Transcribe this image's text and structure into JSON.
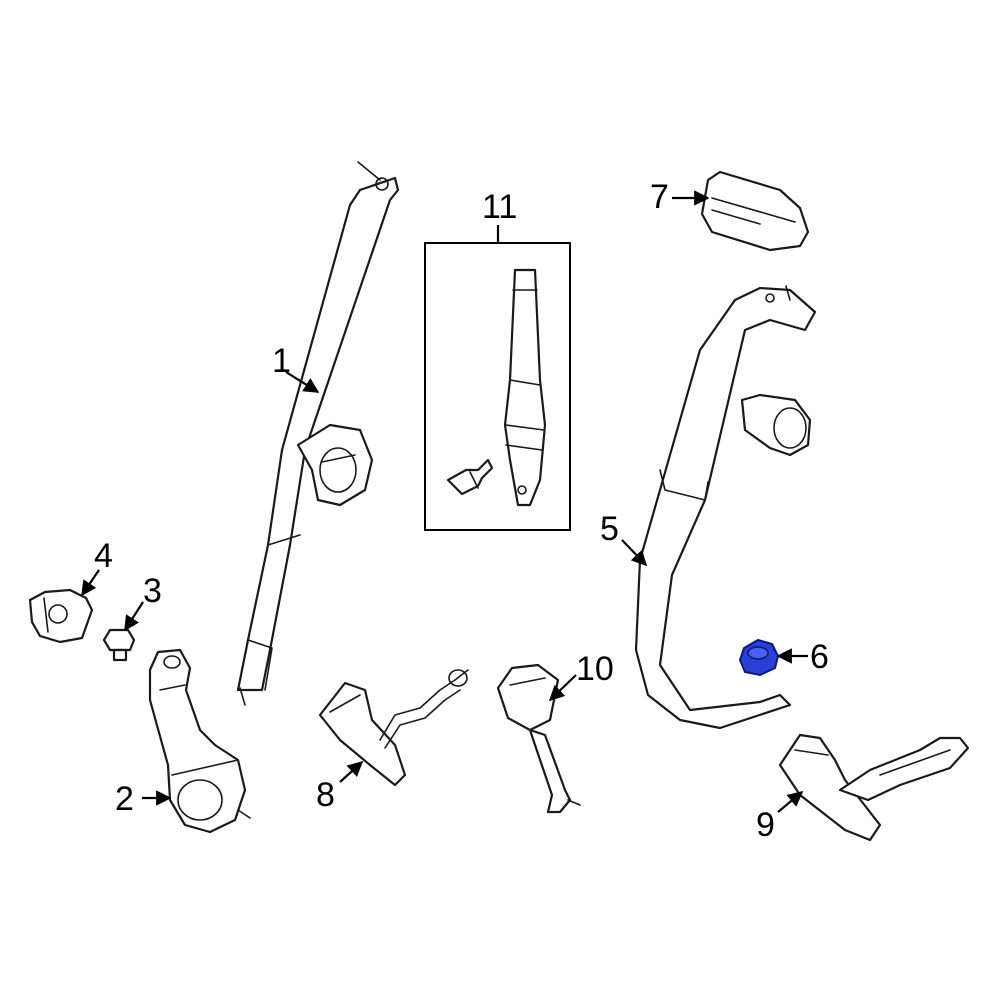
{
  "callouts": {
    "c1": "1",
    "c2": "2",
    "c3": "3",
    "c4": "4",
    "c5": "5",
    "c6": "6",
    "c7": "7",
    "c8": "8",
    "c9": "9",
    "c10": "10",
    "c11": "11"
  },
  "colors": {
    "highlight": "#2b3fd6",
    "line": "#1a1a1a"
  }
}
